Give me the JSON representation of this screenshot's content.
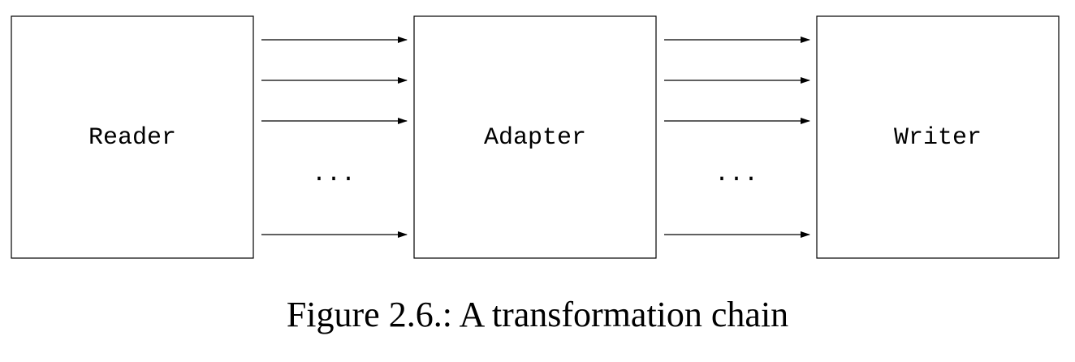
{
  "boxes": [
    {
      "id": "reader",
      "label": "Reader"
    },
    {
      "id": "adapter",
      "label": "Adapter"
    },
    {
      "id": "writer",
      "label": "Writer"
    }
  ],
  "ellipsis": "...",
  "caption": "Figure 2.6.: A transformation chain",
  "colors": {
    "stroke": "#000000",
    "background": "#ffffff"
  }
}
